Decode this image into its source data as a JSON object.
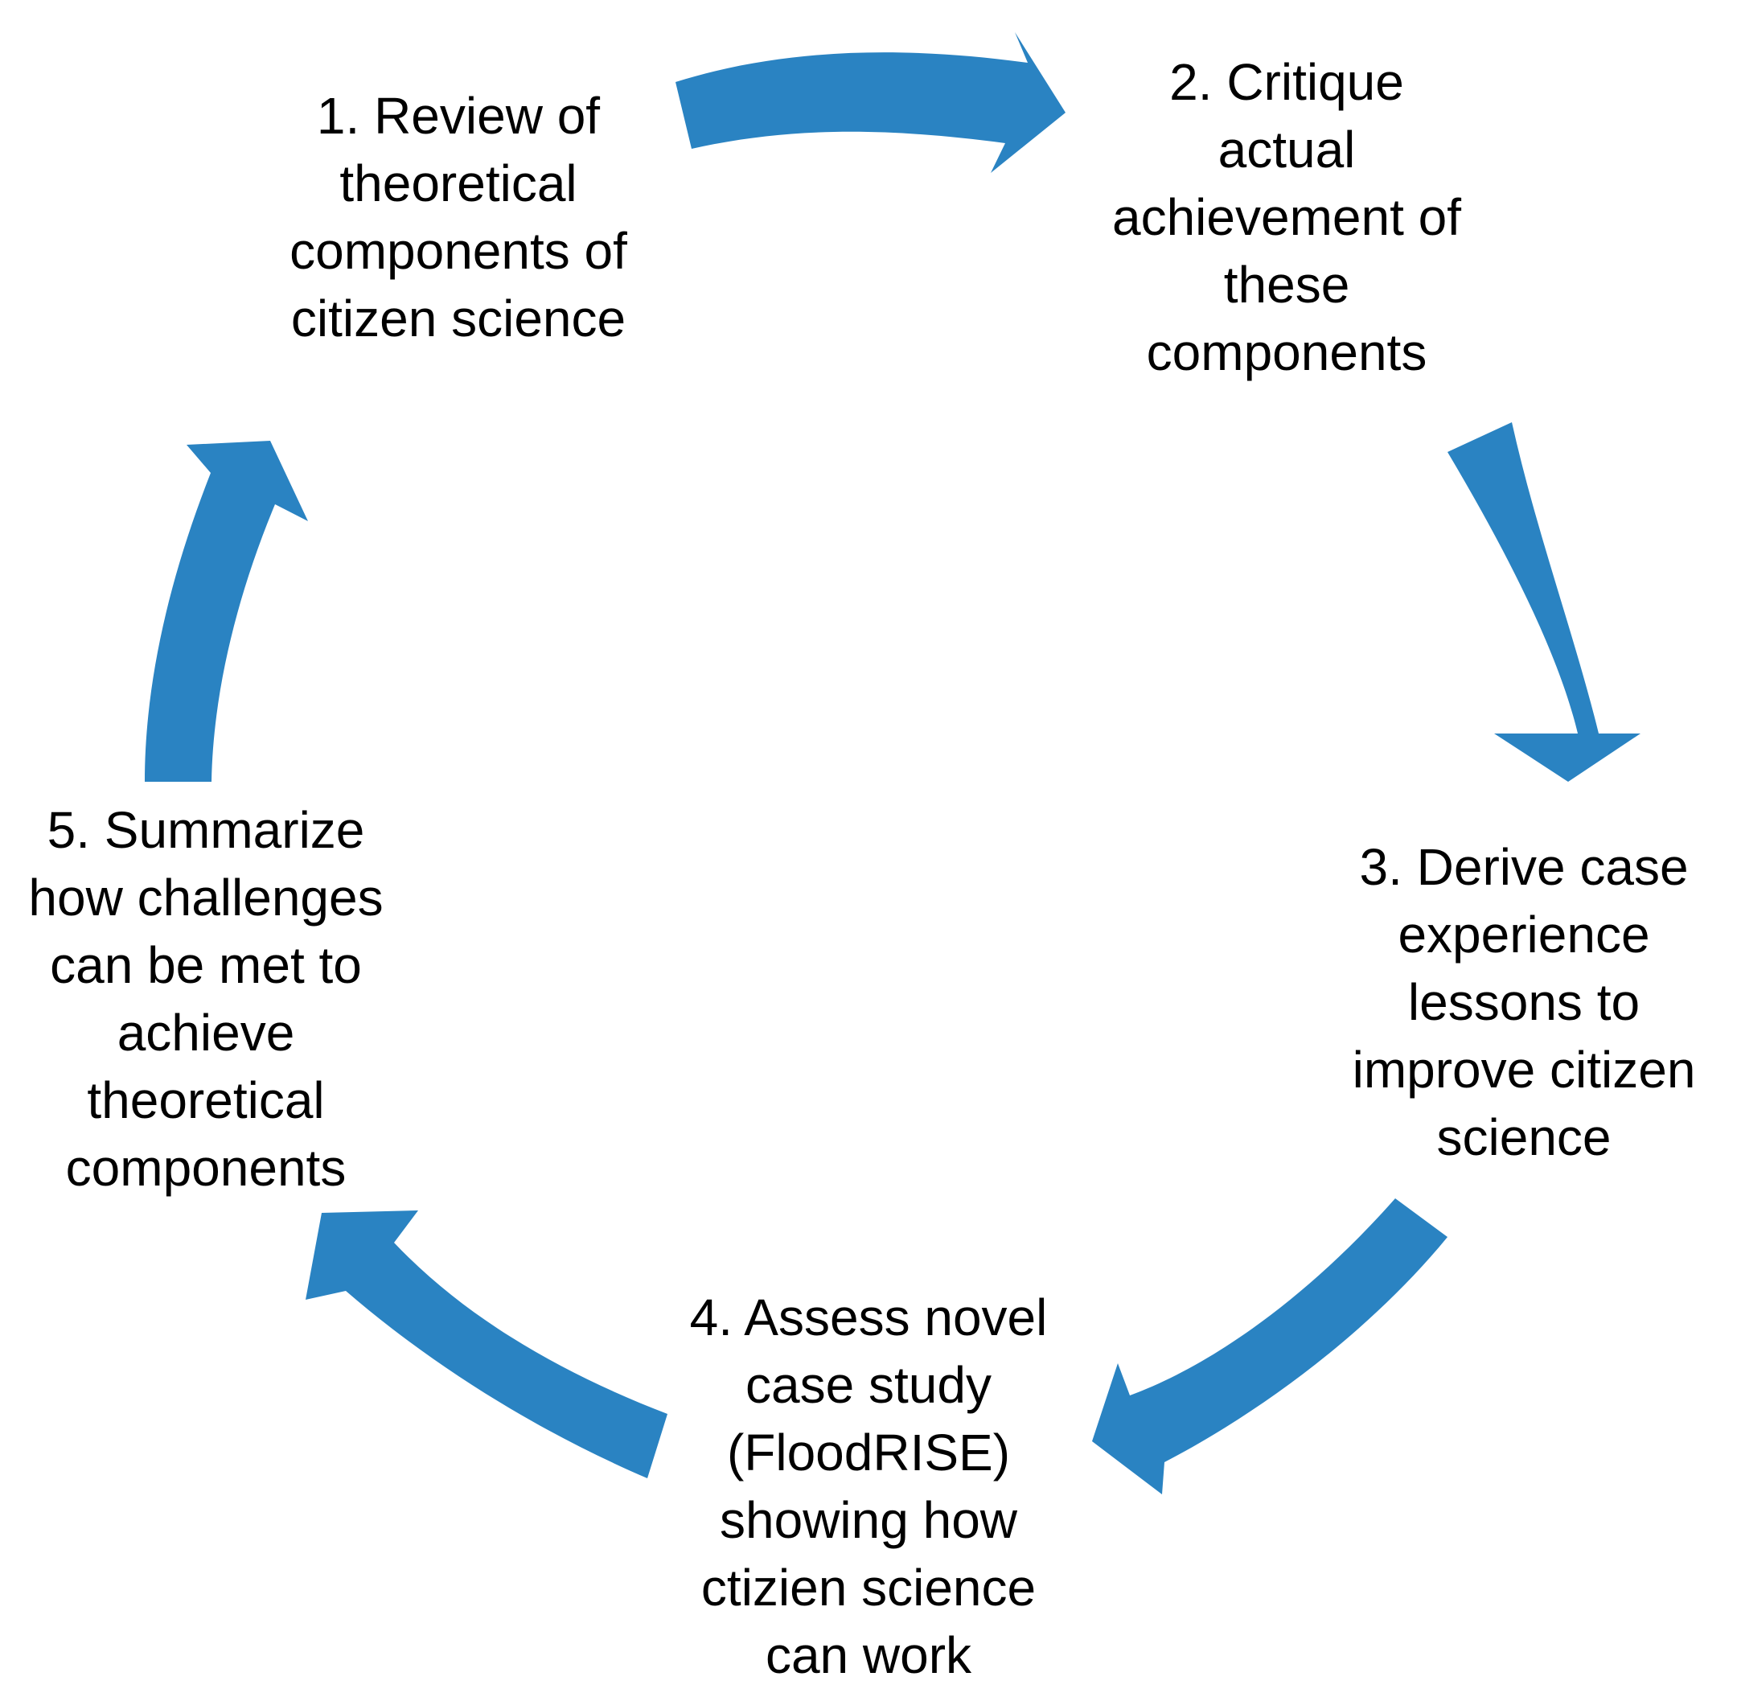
{
  "colors": {
    "arrow": "#2A83C2",
    "text": "#000000",
    "background": "#FFFFFF"
  },
  "steps": [
    {
      "lines": [
        "1. Review of",
        "theoretical",
        "components of",
        "citizen science"
      ]
    },
    {
      "lines": [
        "2. Critique",
        "actual",
        "achievement of",
        "these",
        "components"
      ]
    },
    {
      "lines": [
        "3. Derive case",
        "experience",
        "lessons to",
        "improve citizen",
        "science"
      ]
    },
    {
      "lines": [
        "4. Assess novel",
        "case study",
        "(FloodRISE)",
        "showing how",
        "ctizien science",
        "can work"
      ]
    },
    {
      "lines": [
        "5. Summarize",
        "how challenges",
        "can be met to",
        "achieve",
        "theoretical",
        "components"
      ]
    }
  ]
}
